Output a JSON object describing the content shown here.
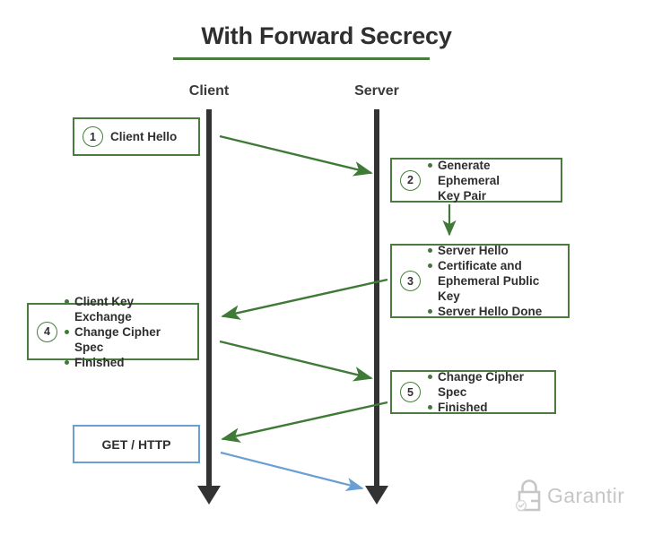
{
  "diagram": {
    "title": "With Forward Secrecy",
    "columns": [
      {
        "label": "Client"
      },
      {
        "label": "Server"
      }
    ],
    "colors": {
      "green": "#4a7c3f",
      "arrow_green": "#3f7a37",
      "blue": "#6a9fd4",
      "lifeline": "#333333",
      "text": "#2f2f2f",
      "logo_gray": "#c6c6c6"
    },
    "steps": [
      {
        "number": "1",
        "side": "client",
        "style": "green",
        "bulleted": false,
        "lines": [
          "Client Hello"
        ]
      },
      {
        "number": "2",
        "side": "server",
        "style": "green",
        "bulleted": true,
        "lines": [
          "Generate Ephemeral",
          "Key Pair"
        ]
      },
      {
        "number": "3",
        "side": "server",
        "style": "green",
        "bulleted": true,
        "lines": [
          "Server Hello",
          "Certificate and",
          "Ephemeral Public Key",
          "Server Hello Done"
        ]
      },
      {
        "number": "4",
        "side": "client",
        "style": "green",
        "bulleted": true,
        "lines": [
          "Client Key Exchange",
          "Change Cipher Spec",
          "Finished"
        ]
      },
      {
        "number": "5",
        "side": "server",
        "style": "green",
        "bulleted": true,
        "lines": [
          "Change Cipher Spec",
          "Finished"
        ]
      },
      {
        "number": "",
        "side": "client",
        "style": "blue",
        "bulleted": false,
        "lines": [
          "GET / HTTP"
        ]
      }
    ],
    "messages": [
      {
        "name": "client-hello-arrow",
        "direction": "client-to-server",
        "color": "#3f7a37"
      },
      {
        "name": "generate-key-pair-arrow",
        "direction": "down",
        "color": "#3f7a37"
      },
      {
        "name": "server-hello-arrow",
        "direction": "server-to-client",
        "color": "#3f7a37"
      },
      {
        "name": "client-key-exchange-arrow",
        "direction": "client-to-server",
        "color": "#3f7a37"
      },
      {
        "name": "change-cipher-spec-arrow",
        "direction": "server-to-client",
        "color": "#3f7a37"
      },
      {
        "name": "get-http-arrow",
        "direction": "client-to-server",
        "color": "#6a9fd4"
      }
    ],
    "logo": {
      "text": "Garantir",
      "icon": "padlock-check-icon"
    }
  }
}
